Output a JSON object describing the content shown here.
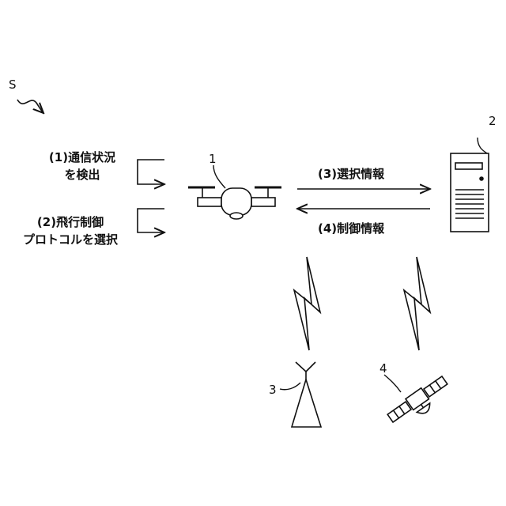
{
  "system_label": "S",
  "steps": {
    "step1": [
      "(1)通信状況",
      "を検出"
    ],
    "step2": [
      "(2)飛行制御",
      "プロトコルを選択"
    ],
    "step3": "(3)選択情報",
    "step4": "(4)制御情報"
  },
  "refs": {
    "drone": "1",
    "server": "2",
    "base_station": "3",
    "satellite": "4"
  },
  "colors": {
    "line": "#111111",
    "background": "#ffffff"
  }
}
